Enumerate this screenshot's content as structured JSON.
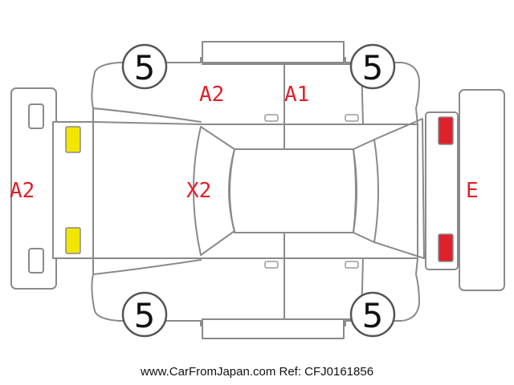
{
  "labels": {
    "rear_left": "A2",
    "rear_door": "A2",
    "front_door": "A1",
    "roof": "X2",
    "front": "E"
  },
  "wheels": {
    "top_left": "5",
    "top_right": "5",
    "bottom_left": "5",
    "bottom_right": "5"
  },
  "marker_colors": {
    "rear": "#f2e600",
    "front": "#e0202a"
  },
  "footer": "www.CarFromJapan.com Ref: CFJ0161856"
}
